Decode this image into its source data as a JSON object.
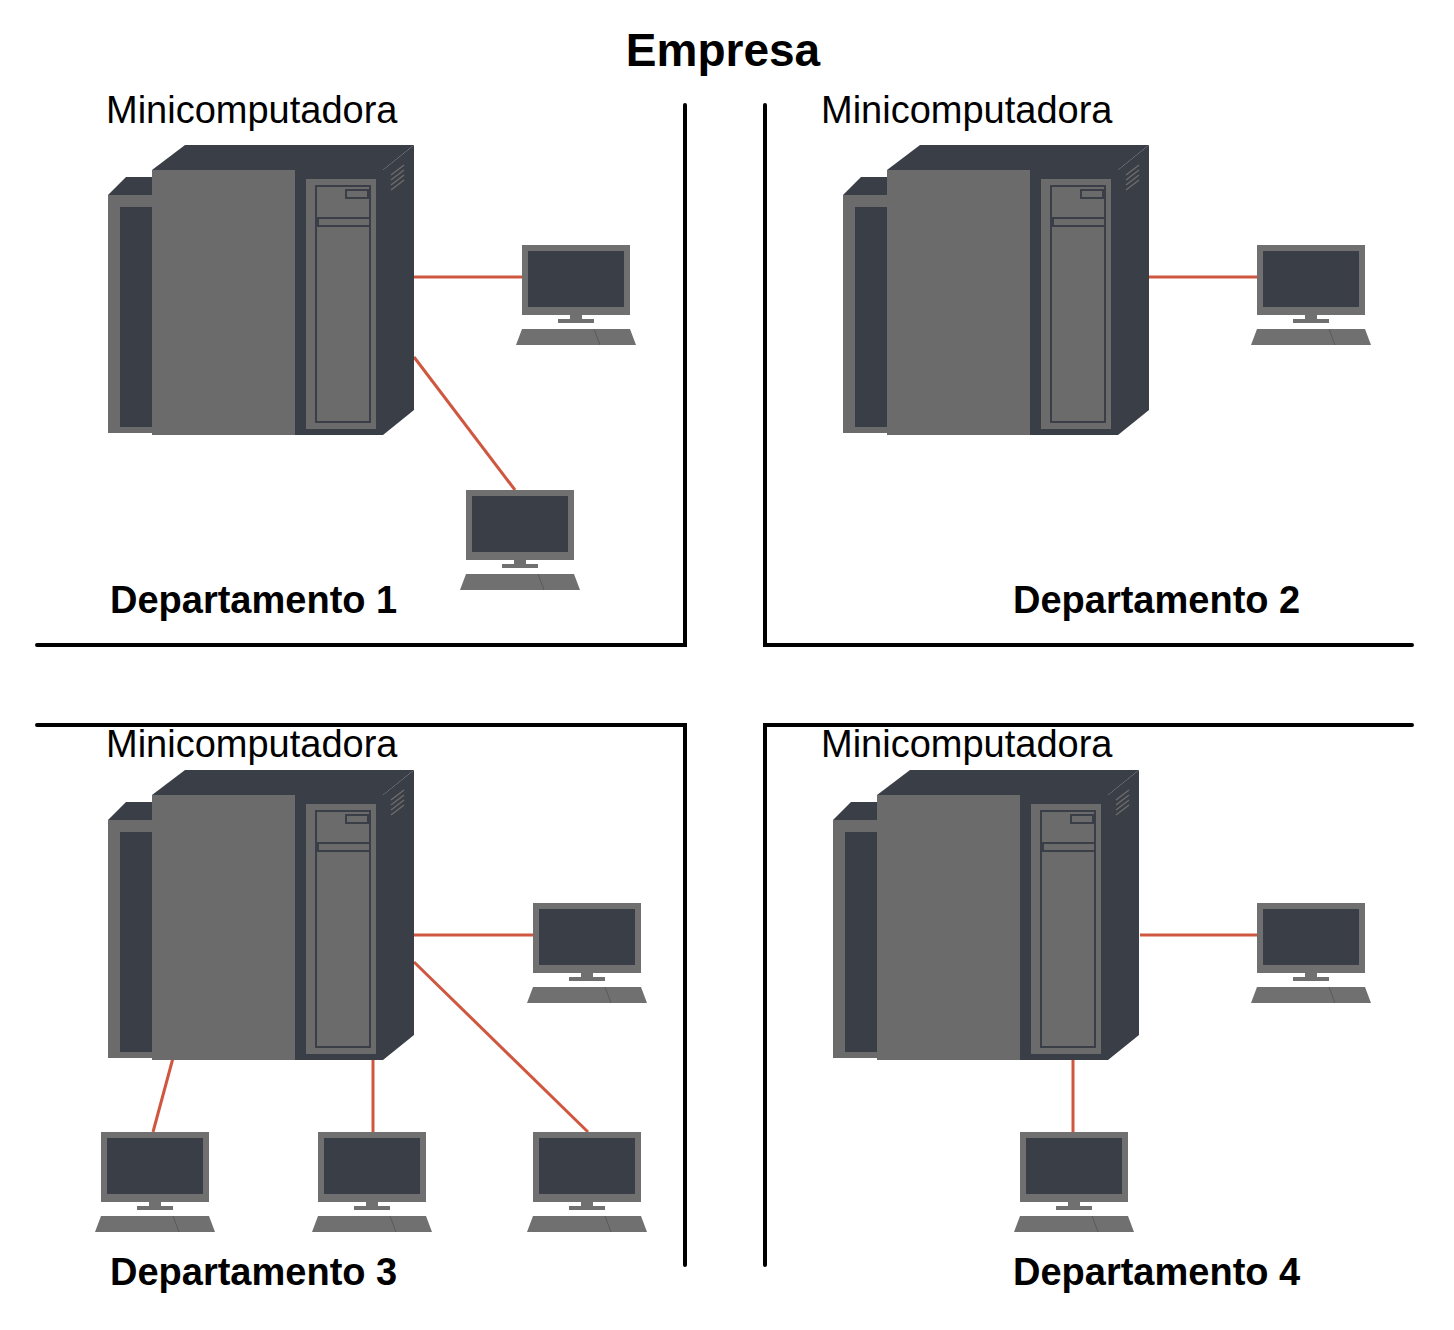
{
  "diagram": {
    "title": "Empresa",
    "nodes": [
      {
        "text": [
          "Departamento 1"
        ]
      },
      {
        "text": [
          "Minicomputadora"
        ],
        "in": 0
      },
      {
        "text": [
          "Departamento 2"
        ]
      },
      {
        "text": [
          "Minicomputadora"
        ],
        "in": 2
      },
      {
        "text": [
          "Departamento 3"
        ]
      },
      {
        "text": [
          "Minicomputadora"
        ],
        "in": 4
      },
      {
        "text": [
          "Departamento 4"
        ]
      },
      {
        "text": [
          "Minicomputadora"
        ],
        "in": 6
      }
    ]
  }
}
